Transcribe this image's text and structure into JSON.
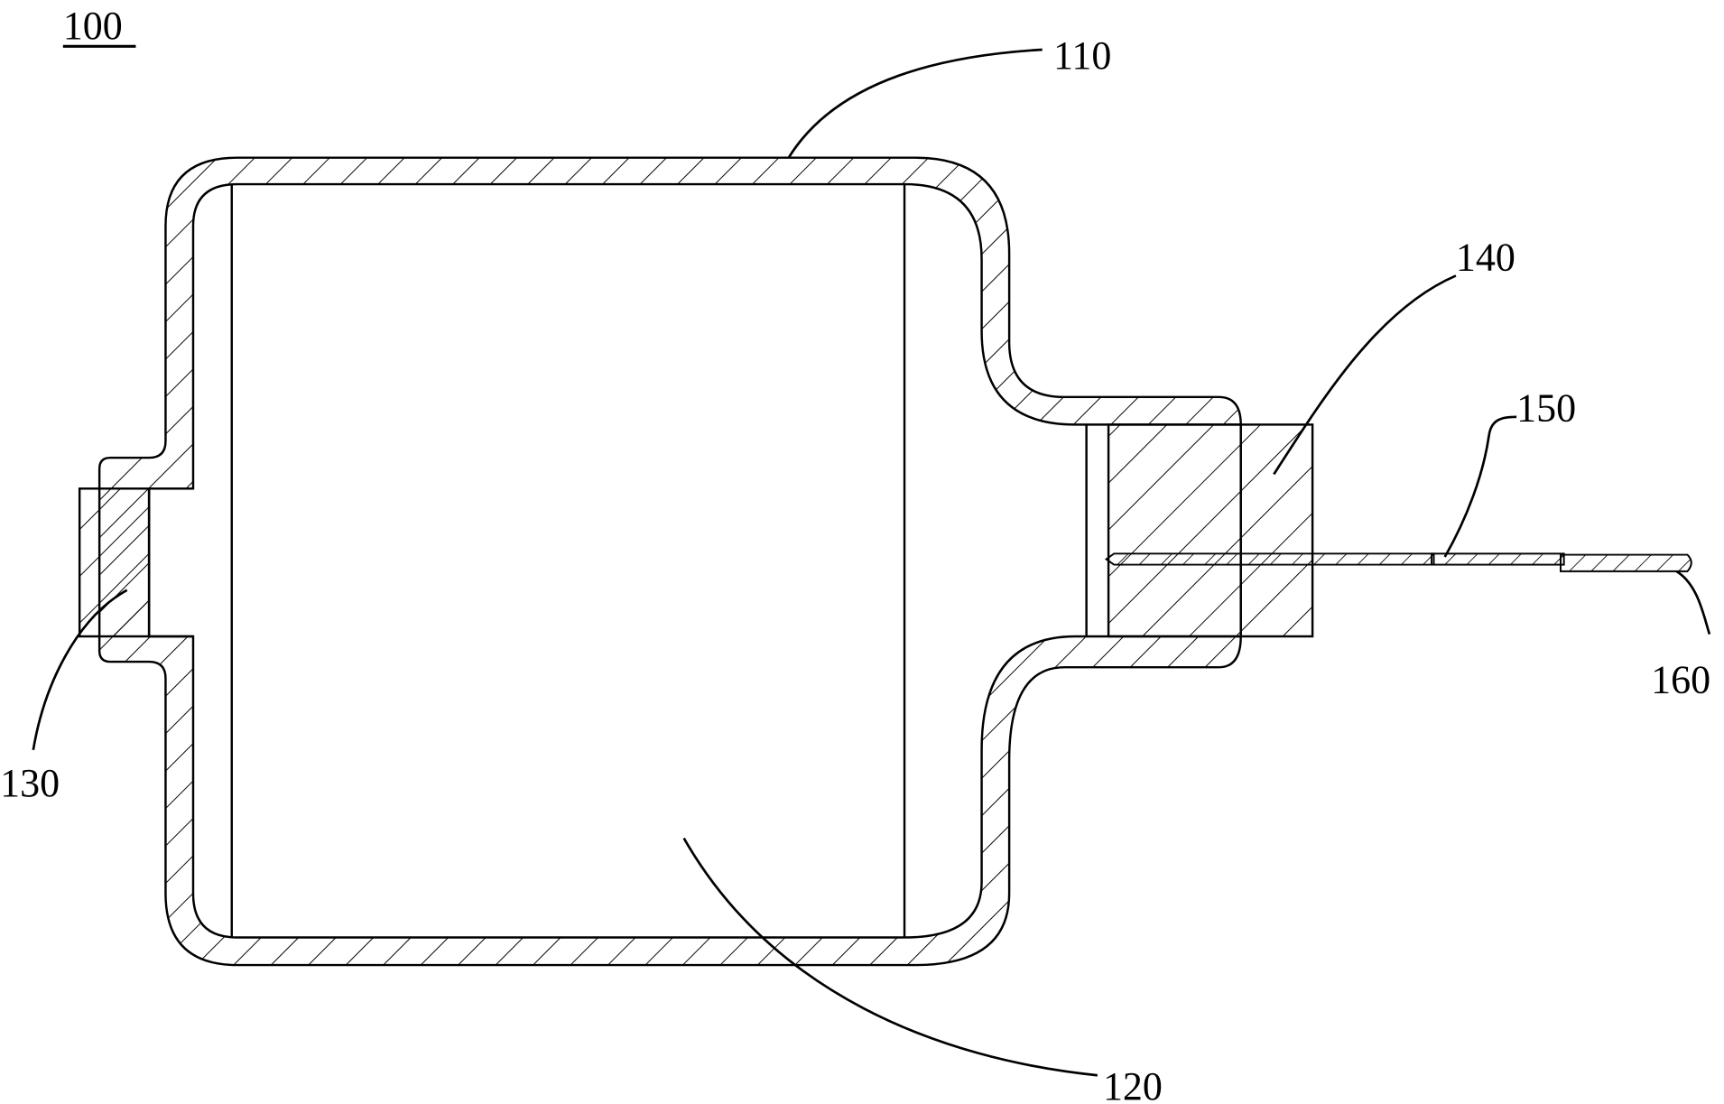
{
  "figure": {
    "assembly_label": "100",
    "labels": {
      "housing": "110",
      "cell": "120",
      "cap": "130",
      "block": "140",
      "tab": "150",
      "tab_end": "160"
    },
    "colors": {
      "line": "#000000",
      "background": "#ffffff"
    }
  }
}
